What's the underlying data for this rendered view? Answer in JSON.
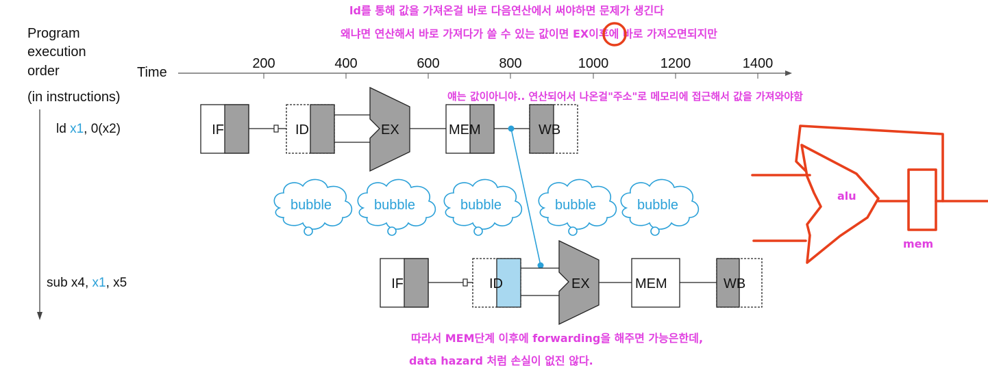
{
  "header": {
    "program_order": [
      "Program",
      "execution",
      "order",
      "(in instructions)"
    ],
    "time_label": "Time",
    "ticks": [
      "200",
      "400",
      "600",
      "800",
      "1000",
      "1200",
      "1400"
    ]
  },
  "instructions": [
    {
      "op": "ld ",
      "reg": "x1",
      "rest": ", 0(x2)"
    },
    {
      "op": "sub x4, ",
      "reg": "x1",
      "rest": ", x5"
    }
  ],
  "stages": {
    "if": "IF",
    "id": "ID",
    "ex": "EX",
    "mem": "MEM",
    "wb": "WB"
  },
  "bubble_label": "bubble",
  "annotations": {
    "top_line1": "ld를 통해 값을 가져온걸 바로 다음연산에서 써야하면 문제가 생긴다",
    "top_line2": "왜냐면 연산해서 바로 가져다가 쓸 수 있는 값이면 EX이후에 바로 가져오면되지만",
    "middle": "얘는 값이아니야.. 연산되어서 나온걸\"주소\"로 메모리에 접근해서 값을 가져와야함",
    "bottom_line1": "따라서 MEM단계 이후에 forwarding을 해주면 가능은한데,",
    "bottom_line2": "data hazard 처럼 손실이 없진 않다."
  },
  "sketch": {
    "alu_label": "alu",
    "mem_label": "mem"
  },
  "colors": {
    "annotation": "#e040e0",
    "register_highlight": "#2aa0d8",
    "bubble": "#2aa0d8",
    "sketch": "#e8401c",
    "stage_gray": "#a0a0a0",
    "id_highlight": "#a8d8f0"
  }
}
